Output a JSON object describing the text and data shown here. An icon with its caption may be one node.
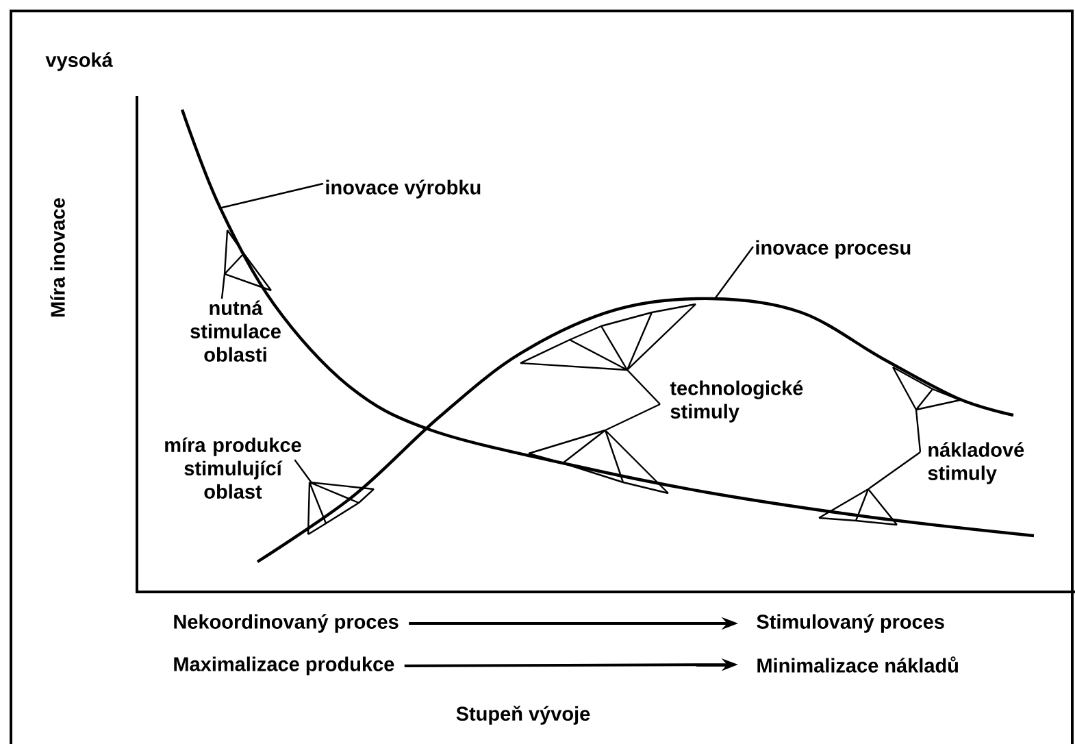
{
  "diagram": {
    "nodes": [
      {
        "text": [
          "inovace výrobku"
        ]
      },
      {
        "text": [
          "nutná stimulace oblasti"
        ]
      },
      {
        "text": [
          "inovace procesu"
        ]
      },
      {
        "text": [
          "technologické stimuly"
        ]
      },
      {
        "text": [
          "míra produkce stimulující oblast"
        ]
      },
      {
        "text": [
          "nákladové stimuly"
        ]
      },
      {
        "text": [
          "Nekoordinovaný proces"
        ]
      },
      {
        "text": [
          "Stimulovaný proces"
        ]
      },
      {
        "text": [
          "Maximalizace produkce"
        ]
      },
      {
        "text": [
          "Minimalizace nákladů"
        ]
      }
    ],
    "edges": [
      {
        "from": 0,
        "to": null,
        "arrow": "none"
      },
      {
        "from": 1,
        "to": null,
        "arrow": "none"
      },
      {
        "from": 2,
        "to": null,
        "arrow": "none"
      },
      {
        "from": 3,
        "to": null,
        "arrow": "none"
      },
      {
        "from": 3,
        "to": null,
        "arrow": "none"
      },
      {
        "from": 4,
        "to": null,
        "arrow": "none"
      },
      {
        "from": 5,
        "to": null,
        "arrow": "none"
      },
      {
        "from": 5,
        "to": null,
        "arrow": "none"
      },
      {
        "from": 6,
        "to": 7,
        "arrow": "to"
      },
      {
        "from": 8,
        "to": 9,
        "arrow": "to"
      }
    ],
    "labels": [
      "vysoká",
      "Míra inovace",
      "Stupeň vývoje"
    ]
  }
}
